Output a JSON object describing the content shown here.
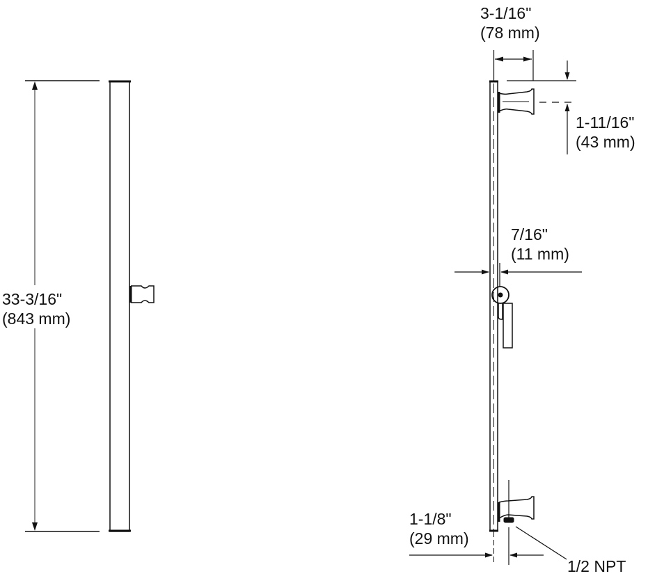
{
  "diagram": {
    "subject": "Shower slide bar dimension drawing",
    "colors": {
      "line": "#111111",
      "dim_line": "#555555",
      "background": "#ffffff"
    },
    "front_view": {
      "overall_height": {
        "imperial": "33-3/16\"",
        "metric": "(843 mm)"
      }
    },
    "side_view": {
      "bracket_depth": {
        "imperial": "3-1/16\"",
        "metric": "(78 mm)"
      },
      "top_offset": {
        "imperial": "1-11/16\"",
        "metric": "(43 mm)"
      },
      "bar_thickness": {
        "imperial": "7/16\"",
        "metric": "(11 mm)"
      },
      "outlet_offset": {
        "imperial": "1-1/8\"",
        "metric": "(29 mm)"
      },
      "outlet_thread": {
        "label": "1/2 NPT"
      }
    }
  }
}
